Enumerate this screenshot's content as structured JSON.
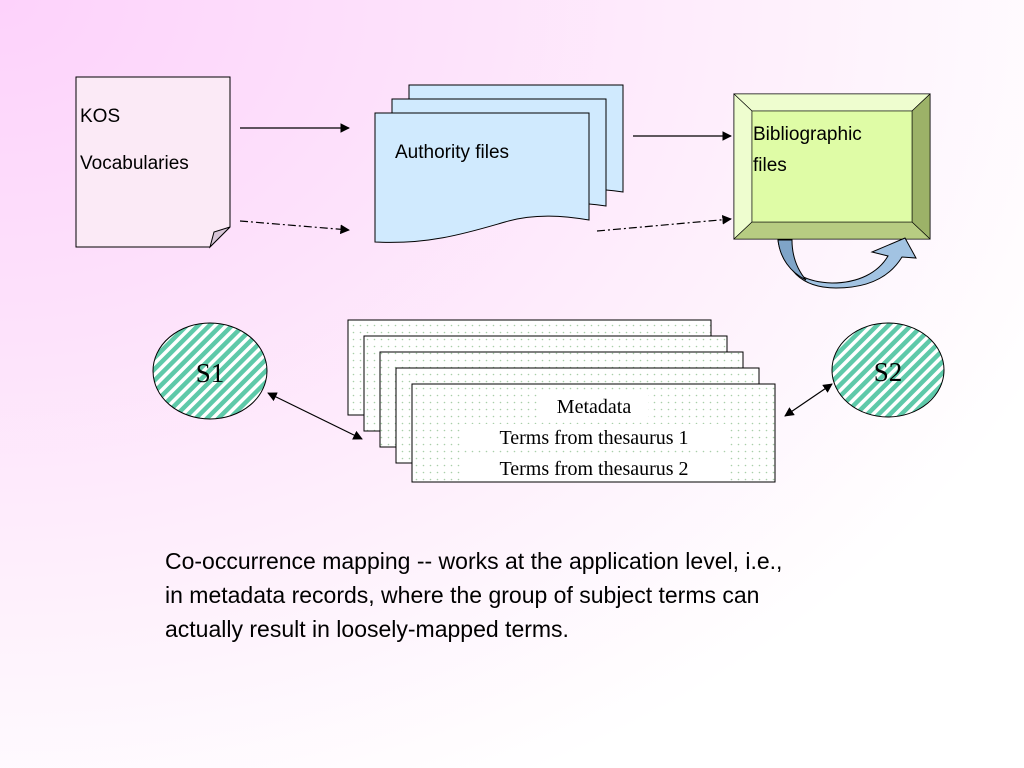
{
  "nodes": {
    "kos": {
      "line1": "KOS",
      "line2": "Vocabularies"
    },
    "authority": {
      "label": "Authority files"
    },
    "bibliographic": {
      "line1": "Bibliographic",
      "line2": "files"
    },
    "s1": {
      "label": "S1"
    },
    "s2": {
      "label": "S2"
    },
    "metadata_record": {
      "title": "Metadata",
      "line1": "Terms from thesaurus 1",
      "line2": "Terms from thesaurus 2"
    }
  },
  "caption": {
    "line1": "Co-occurrence mapping --  works at the application level, i.e.,",
    "line2": "in metadata records, where the group of subject terms can",
    "line3": "actually result in loosely-mapped terms."
  },
  "colors": {
    "paper_fill": "#fbeaf6",
    "document_fill": "#d0eafe",
    "bevel_face": "#dffca6",
    "bevel_side": "#9cb268",
    "circle_fill": "#5ec9a9",
    "arrow_fill": "#a2c3e2",
    "record_dot": "#a9cfa9"
  }
}
